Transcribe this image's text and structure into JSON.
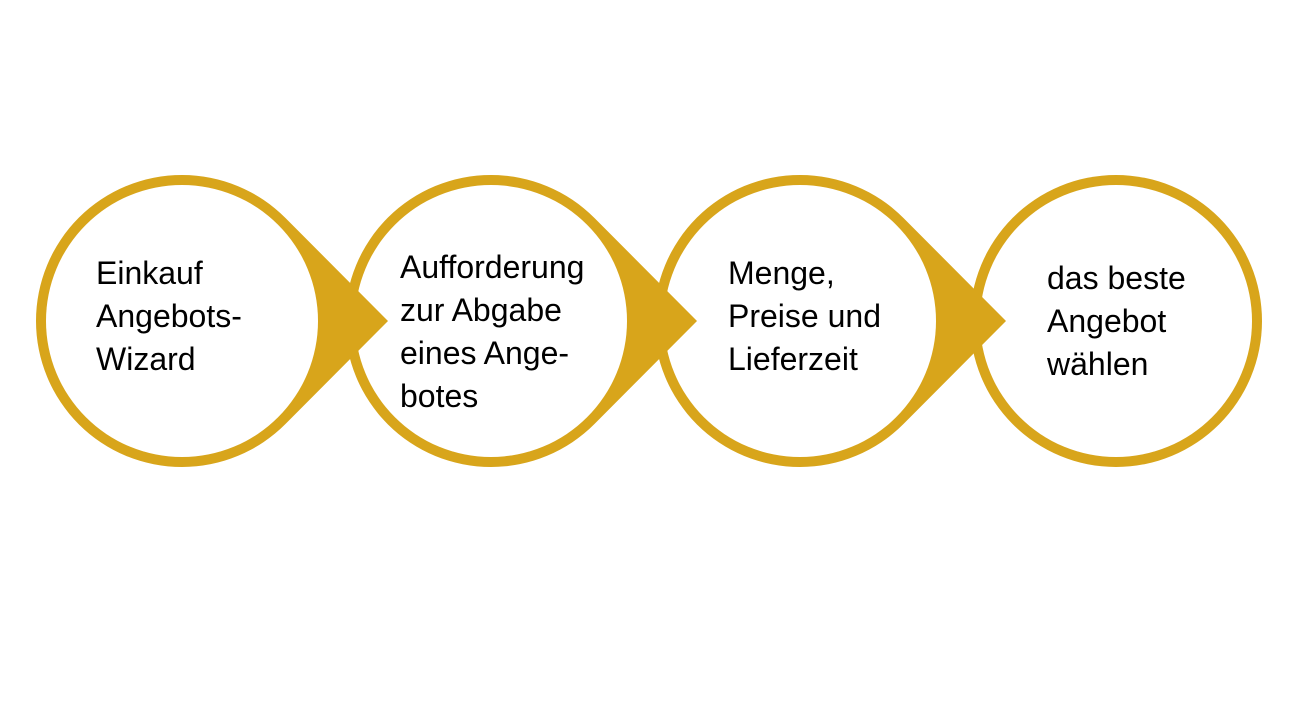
{
  "colors": {
    "ring": "#D8A51B",
    "fill": "#ffffff",
    "text": "#000000"
  },
  "steps": [
    {
      "lines": [
        "Einkauf",
        "Angebots-",
        "Wizard"
      ]
    },
    {
      "lines": [
        "Aufforderung",
        "zur Abgabe",
        "eines Ange-",
        "botes"
      ]
    },
    {
      "lines": [
        "Menge,",
        "Preise und",
        "Lieferzeit"
      ]
    },
    {
      "lines": [
        "das beste",
        "Angebot",
        "wählen"
      ]
    }
  ]
}
